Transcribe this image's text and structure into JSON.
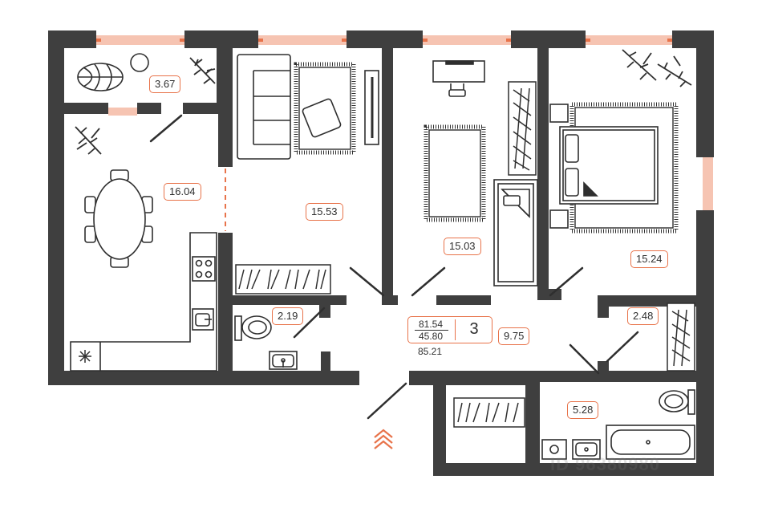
{
  "summary": {
    "living_area": "81.54",
    "kitchen_area": "45.80",
    "rooms": "3",
    "total_area": "85.21"
  },
  "rooms": [
    {
      "id": "balcony",
      "area": "3.67"
    },
    {
      "id": "kitchen",
      "area": "16.04"
    },
    {
      "id": "living",
      "area": "15.53"
    },
    {
      "id": "bedroom-middle",
      "area": "15.03"
    },
    {
      "id": "bedroom-right",
      "area": "15.24"
    },
    {
      "id": "wc-left",
      "area": "2.19"
    },
    {
      "id": "wardrobe",
      "area": "2.48"
    },
    {
      "id": "hall",
      "area": "9.75"
    },
    {
      "id": "bathroom",
      "area": "5.28"
    }
  ],
  "watermark": "ID 96380980",
  "colors": {
    "wall": "#3f3f3f",
    "window": "#f2a58c",
    "accent": "#e8734a",
    "line": "#2f2f2f"
  },
  "icons": [
    "snowflake-icon",
    "entrance-chevrons-icon",
    "plant-icon"
  ]
}
